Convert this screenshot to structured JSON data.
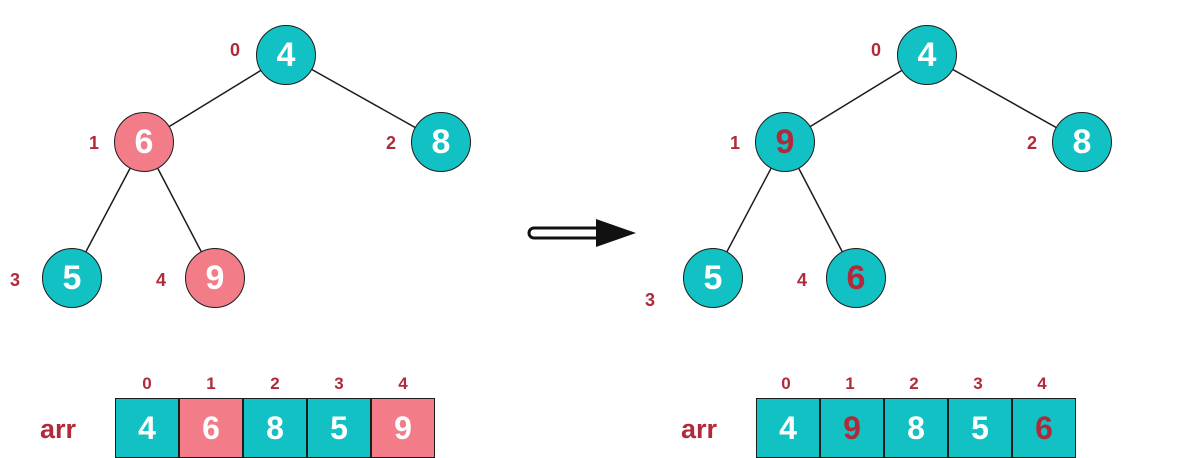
{
  "colors": {
    "teal": "#12c1c3",
    "pink": "#f27c87",
    "red_text": "#b02a3a",
    "white_text": "#ffffff",
    "edge": "#1c1c1c"
  },
  "before": {
    "nodes": [
      {
        "index": "0",
        "value": "4",
        "fill": "teal",
        "text": "white"
      },
      {
        "index": "1",
        "value": "6",
        "fill": "pink",
        "text": "white"
      },
      {
        "index": "2",
        "value": "8",
        "fill": "teal",
        "text": "white"
      },
      {
        "index": "3",
        "value": "5",
        "fill": "teal",
        "text": "white"
      },
      {
        "index": "4",
        "value": "9",
        "fill": "pink",
        "text": "white"
      }
    ],
    "array": {
      "label": "arr",
      "indices": [
        "0",
        "1",
        "2",
        "3",
        "4"
      ],
      "cells": [
        {
          "value": "4",
          "fill": "teal",
          "text": "white"
        },
        {
          "value": "6",
          "fill": "pink",
          "text": "white"
        },
        {
          "value": "8",
          "fill": "teal",
          "text": "white"
        },
        {
          "value": "5",
          "fill": "teal",
          "text": "white"
        },
        {
          "value": "9",
          "fill": "pink",
          "text": "white"
        }
      ]
    }
  },
  "after": {
    "nodes": [
      {
        "index": "0",
        "value": "4",
        "fill": "teal",
        "text": "white"
      },
      {
        "index": "1",
        "value": "9",
        "fill": "teal",
        "text": "red"
      },
      {
        "index": "2",
        "value": "8",
        "fill": "teal",
        "text": "white"
      },
      {
        "index": "3",
        "value": "5",
        "fill": "teal",
        "text": "white"
      },
      {
        "index": "4",
        "value": "6",
        "fill": "teal",
        "text": "red"
      }
    ],
    "array": {
      "label": "arr",
      "indices": [
        "0",
        "1",
        "2",
        "3",
        "4"
      ],
      "cells": [
        {
          "value": "4",
          "fill": "teal",
          "text": "white"
        },
        {
          "value": "9",
          "fill": "teal",
          "text": "red"
        },
        {
          "value": "8",
          "fill": "teal",
          "text": "white"
        },
        {
          "value": "5",
          "fill": "teal",
          "text": "white"
        },
        {
          "value": "6",
          "fill": "teal",
          "text": "red"
        }
      ]
    }
  },
  "arrow": {
    "icon": "right-arrow-icon"
  }
}
